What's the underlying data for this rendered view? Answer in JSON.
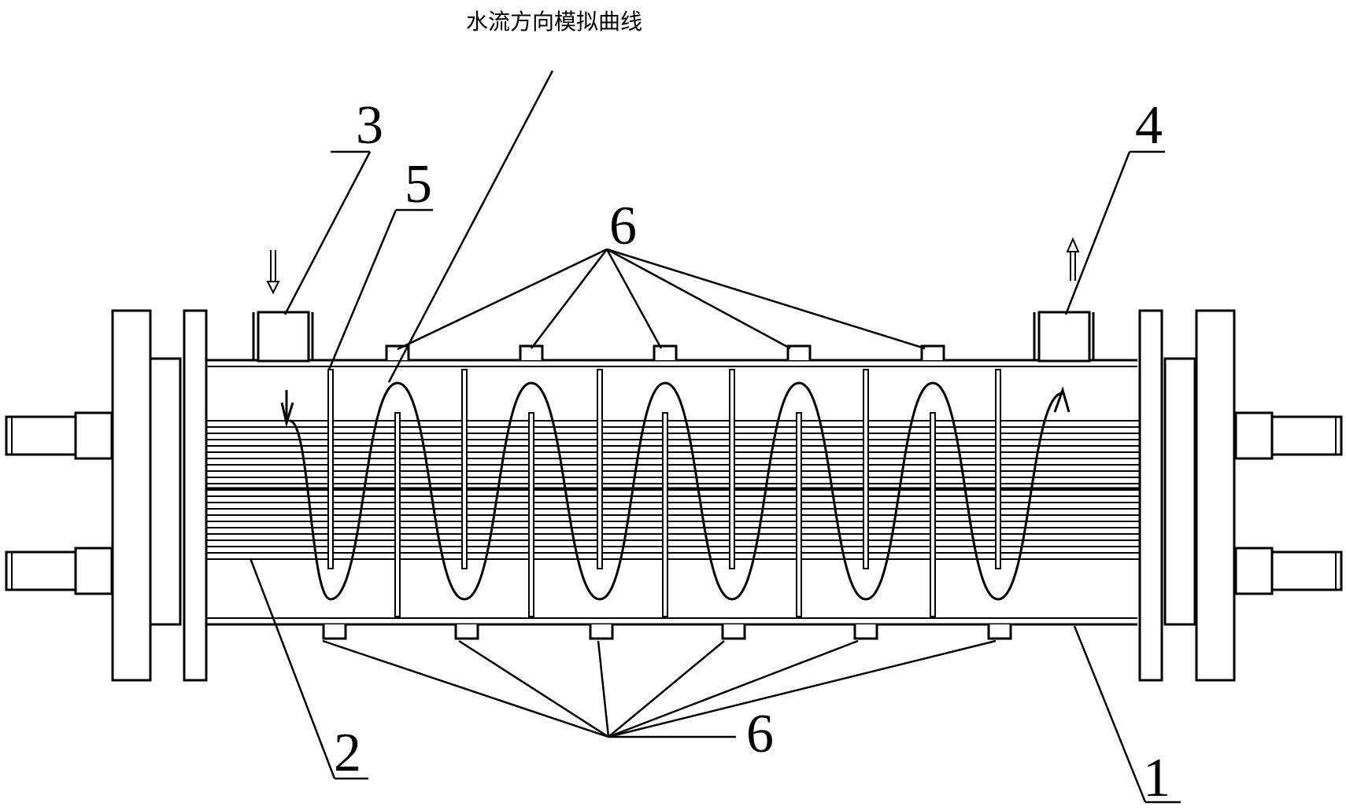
{
  "caption": "水流方向模拟曲线",
  "labels": {
    "shell": "1",
    "tube_bundle": "2",
    "inlet": "3",
    "outlet": "4",
    "baffle": "5",
    "baffle_top": "6",
    "baffle_bottom": "6"
  }
}
